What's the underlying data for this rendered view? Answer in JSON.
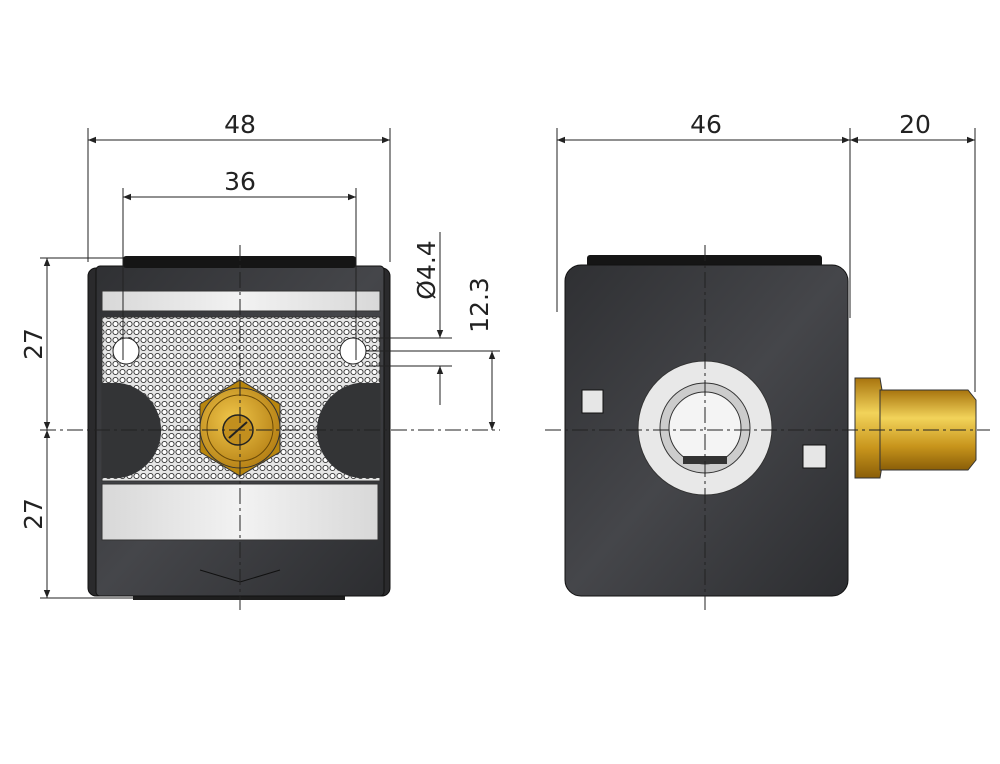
{
  "dimensions": {
    "front_width": "48",
    "front_hole_spacing": "36",
    "front_upper_height": "27",
    "front_lower_height": "27",
    "hole_diameter": "Ø4.4",
    "hole_offset": "12.3",
    "side_width": "46",
    "fitting_length": "20"
  },
  "colors": {
    "body": "#3a3b3e",
    "brass": "#c9961f",
    "panel": "#e4e4e4"
  }
}
